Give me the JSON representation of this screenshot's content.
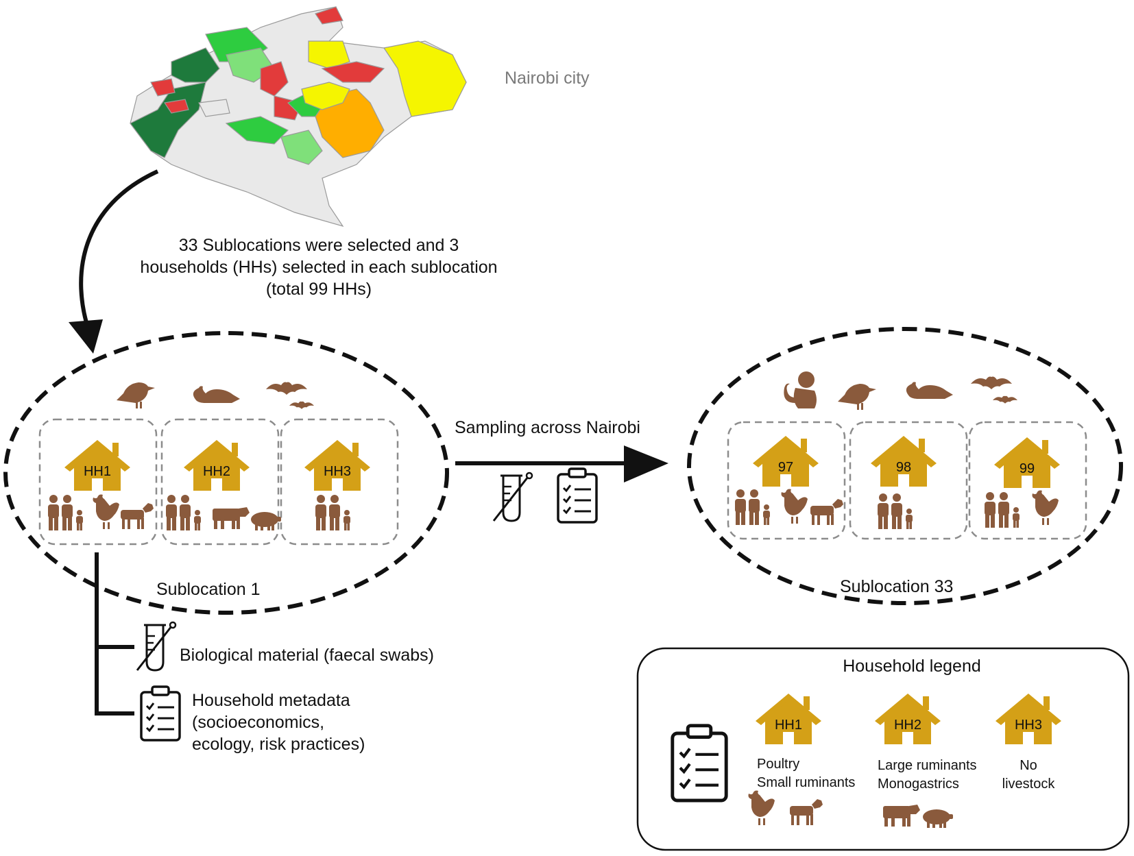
{
  "map": {
    "city_label": "Nairobi city"
  },
  "flow": {
    "selection_text": [
      "33 Sublocations were selected and 3",
      "households (HHs) selected in each sublocation",
      "(total 99 HHs)"
    ],
    "sampling_label": "Sampling across Nairobi"
  },
  "sublocation_first": {
    "label": "Sublocation 1",
    "households": [
      "HH1",
      "HH2",
      "HH3"
    ]
  },
  "sublocation_last": {
    "label": "Sublocation 33",
    "households": [
      "97",
      "98",
      "99"
    ]
  },
  "outputs": {
    "biological": "Biological material (faecal swabs)",
    "metadata": [
      "Household metadata",
      "(socioeconomics,",
      "ecology, risk practices)"
    ]
  },
  "legend": {
    "title": "Household legend",
    "items": [
      {
        "house": "HH1",
        "lines": [
          "Poultry",
          "Small ruminants"
        ]
      },
      {
        "house": "HH2",
        "lines": [
          "Large ruminants",
          "Monogastrics"
        ]
      },
      {
        "house": "HH3",
        "lines": [
          "No",
          "livestock"
        ]
      }
    ]
  },
  "colors": {
    "house": "#d4a017",
    "animal": "#8a5a3c",
    "outline": "#111111",
    "dashed_box": "#8c8c8c",
    "map_dark_green": "#1e7a3c",
    "map_green": "#2ecc40",
    "map_light_green": "#7fe07a",
    "map_red": "#e23b3b",
    "map_yellow": "#f5f500",
    "map_orange": "#ffae00",
    "map_grey": "#e9e9e9"
  }
}
